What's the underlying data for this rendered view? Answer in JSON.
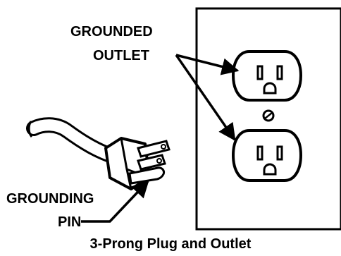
{
  "labels": {
    "grounded_outlet_line1": "GROUNDED",
    "grounded_outlet_line2": "OUTLET",
    "grounding_pin_line1": "GROUNDING",
    "grounding_pin_line2": "PIN"
  },
  "caption": "3-Prong Plug and Outlet"
}
